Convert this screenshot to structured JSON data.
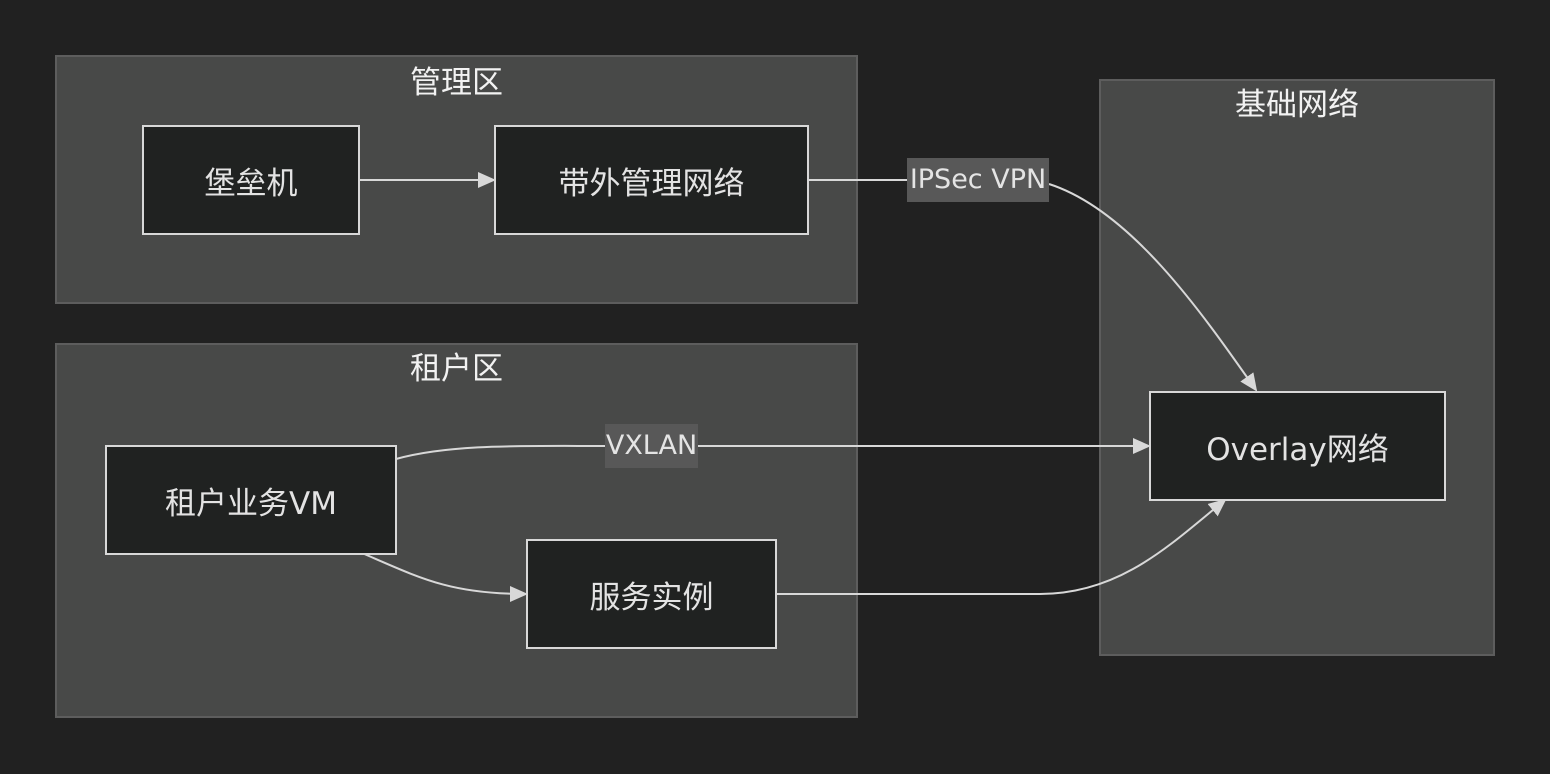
{
  "clusters": {
    "management": {
      "title": "管理区"
    },
    "tenant": {
      "title": "租户区"
    },
    "infra": {
      "title": "基础网络"
    }
  },
  "nodes": {
    "bastion": "堡垒机",
    "oob_network": "带外管理网络",
    "tenant_vm": "租户业务VM",
    "service_instance": "服务实例",
    "overlay_network": "Overlay网络"
  },
  "edges": {
    "ipsec_vpn": "IPSec VPN",
    "vxlan": "VXLAN"
  },
  "colors": {
    "background": "#212121",
    "cluster_fill": "#484948",
    "node_fill": "#202221",
    "edge_stroke": "#d8d8d8",
    "edge_label_fill": "#585858"
  }
}
